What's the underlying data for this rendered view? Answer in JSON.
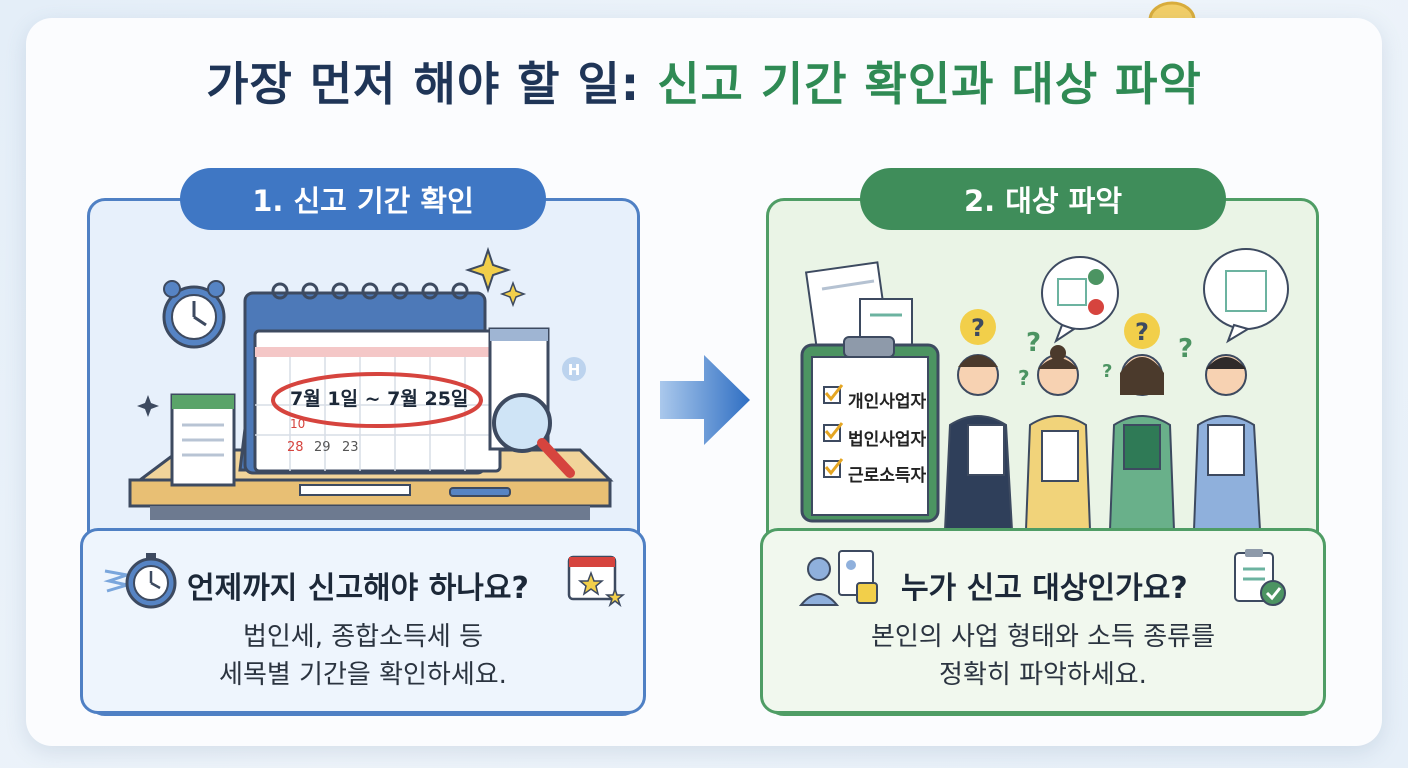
{
  "title": {
    "part1": "가장 먼저 해야 할 일:",
    "part2": "신고 기간 확인과 대상 파악"
  },
  "left": {
    "tab_label": "1. 신고 기간 확인",
    "calendar_period": "7월 1일 ~ 7월 25일",
    "calendar_numbers": [
      "10",
      "28",
      "29",
      "23"
    ],
    "question": "언제까지 신고해야 하나요?",
    "desc_line1": "법인세, 종합소득세 등",
    "desc_line2": "세목별 기간을 확인하세요."
  },
  "right": {
    "tab_label": "2. 대상 파악",
    "checklist": [
      "개인사업자",
      "법인사업자",
      "근로소득자"
    ],
    "question": "누가 신고 대상인가요?",
    "desc_line1": "본인의 사업 형태와 소득 종류를",
    "desc_line2": "정확히 파악하세요."
  },
  "icons": {
    "left_illustration": [
      "alarm-clock-icon",
      "desk-calendar-icon",
      "magnifier-icon",
      "sparkle-icon"
    ],
    "right_illustration": [
      "clipboard-icon",
      "documents-icon",
      "people-icon",
      "question-mark-icon",
      "speech-bubble-icon"
    ],
    "arrow": "right-arrow-icon"
  },
  "colors": {
    "title_dark": "#1f3557",
    "title_green": "#2f8a54",
    "blue_accent": "#3f77c4",
    "green_accent": "#3f8d5a"
  }
}
